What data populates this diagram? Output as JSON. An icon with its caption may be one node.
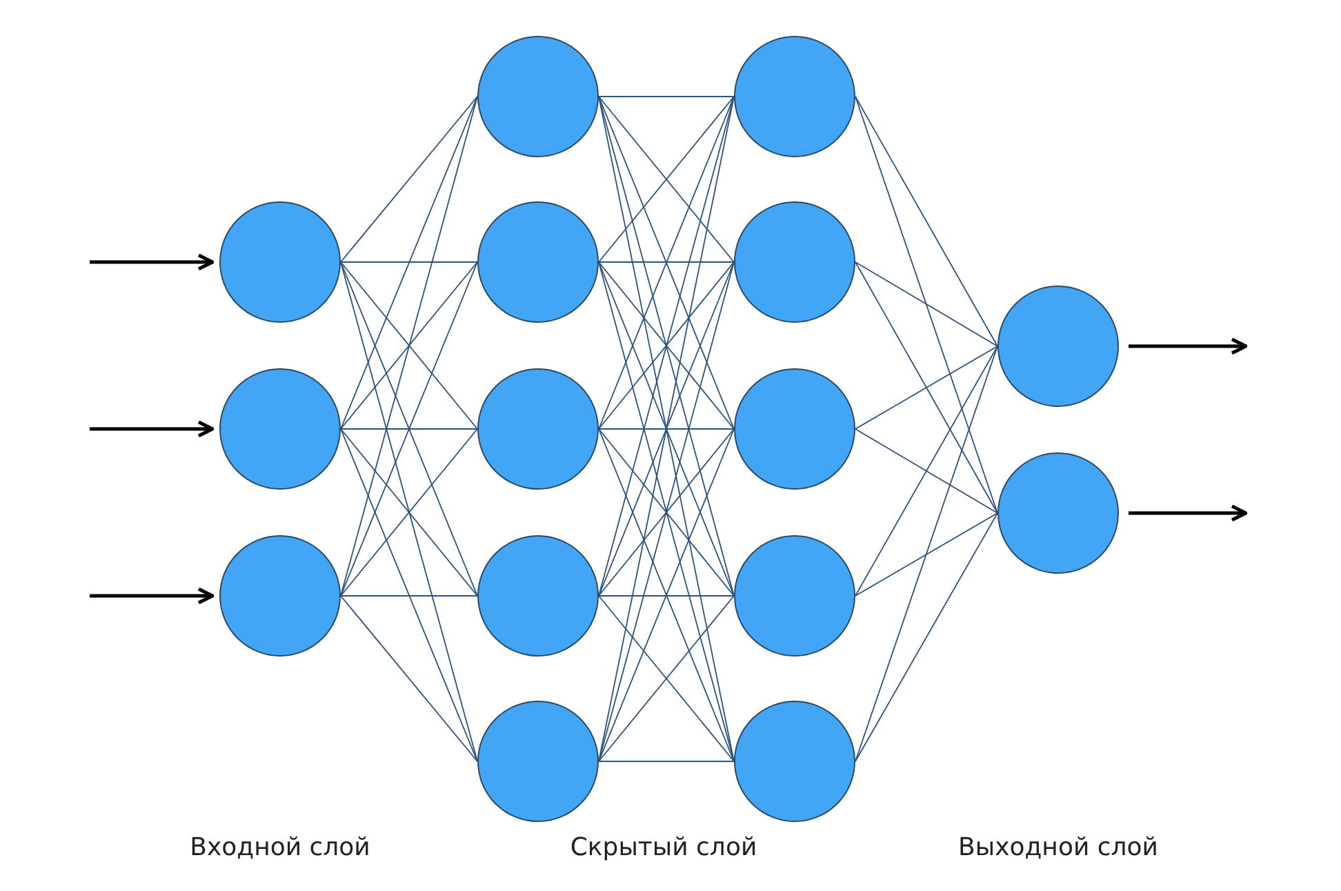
{
  "diagram": {
    "nodes": [
      {
        "text": [],
        "shape": "circle"
      },
      {
        "text": [],
        "shape": "circle"
      },
      {
        "text": [],
        "shape": "circle"
      },
      {
        "text": [],
        "shape": "circle"
      },
      {
        "text": [],
        "shape": "circle"
      },
      {
        "text": [],
        "shape": "circle"
      },
      {
        "text": [],
        "shape": "circle"
      },
      {
        "text": [],
        "shape": "circle"
      },
      {
        "text": [],
        "shape": "circle"
      },
      {
        "text": [],
        "shape": "circle"
      },
      {
        "text": [],
        "shape": "circle"
      },
      {
        "text": [],
        "shape": "circle"
      },
      {
        "text": [],
        "shape": "circle"
      },
      {
        "text": [],
        "shape": "circle"
      },
      {
        "text": [],
        "shape": "circle"
      }
    ],
    "edges": [
      {
        "from": null,
        "to": 0,
        "arrow": "to",
        "style": "thick",
        "color": "#000000"
      },
      {
        "from": null,
        "to": 1,
        "arrow": "to",
        "style": "thick",
        "color": "#000000"
      },
      {
        "from": null,
        "to": 2,
        "arrow": "to",
        "style": "thick",
        "color": "#000000"
      },
      {
        "from": 0,
        "to": 3,
        "arrow": "none"
      },
      {
        "from": 0,
        "to": 4,
        "arrow": "none"
      },
      {
        "from": 0,
        "to": 5,
        "arrow": "none"
      },
      {
        "from": 0,
        "to": 6,
        "arrow": "none"
      },
      {
        "from": 0,
        "to": 7,
        "arrow": "none"
      },
      {
        "from": 1,
        "to": 3,
        "arrow": "none"
      },
      {
        "from": 1,
        "to": 4,
        "arrow": "none"
      },
      {
        "from": 1,
        "to": 5,
        "arrow": "none"
      },
      {
        "from": 1,
        "to": 6,
        "arrow": "none"
      },
      {
        "from": 1,
        "to": 7,
        "arrow": "none"
      },
      {
        "from": 2,
        "to": 3,
        "arrow": "none"
      },
      {
        "from": 2,
        "to": 4,
        "arrow": "none"
      },
      {
        "from": 2,
        "to": 5,
        "arrow": "none"
      },
      {
        "from": 2,
        "to": 6,
        "arrow": "none"
      },
      {
        "from": 2,
        "to": 7,
        "arrow": "none"
      },
      {
        "from": 3,
        "to": 8,
        "arrow": "none"
      },
      {
        "from": 3,
        "to": 9,
        "arrow": "none"
      },
      {
        "from": 3,
        "to": 10,
        "arrow": "none"
      },
      {
        "from": 3,
        "to": 11,
        "arrow": "none"
      },
      {
        "from": 3,
        "to": 12,
        "arrow": "none"
      },
      {
        "from": 4,
        "to": 8,
        "arrow": "none"
      },
      {
        "from": 4,
        "to": 9,
        "arrow": "none"
      },
      {
        "from": 4,
        "to": 10,
        "arrow": "none"
      },
      {
        "from": 4,
        "to": 11,
        "arrow": "none"
      },
      {
        "from": 4,
        "to": 12,
        "arrow": "none"
      },
      {
        "from": 5,
        "to": 8,
        "arrow": "none"
      },
      {
        "from": 5,
        "to": 9,
        "arrow": "none"
      },
      {
        "from": 5,
        "to": 10,
        "arrow": "none"
      },
      {
        "from": 5,
        "to": 11,
        "arrow": "none"
      },
      {
        "from": 5,
        "to": 12,
        "arrow": "none"
      },
      {
        "from": 6,
        "to": 8,
        "arrow": "none"
      },
      {
        "from": 6,
        "to": 9,
        "arrow": "none"
      },
      {
        "from": 6,
        "to": 10,
        "arrow": "none"
      },
      {
        "from": 6,
        "to": 11,
        "arrow": "none"
      },
      {
        "from": 6,
        "to": 12,
        "arrow": "none"
      },
      {
        "from": 7,
        "to": 8,
        "arrow": "none"
      },
      {
        "from": 7,
        "to": 9,
        "arrow": "none"
      },
      {
        "from": 7,
        "to": 10,
        "arrow": "none"
      },
      {
        "from": 7,
        "to": 11,
        "arrow": "none"
      },
      {
        "from": 7,
        "to": 12,
        "arrow": "none"
      },
      {
        "from": 8,
        "to": 13,
        "arrow": "none"
      },
      {
        "from": 8,
        "to": 14,
        "arrow": "none"
      },
      {
        "from": 9,
        "to": 13,
        "arrow": "none"
      },
      {
        "from": 9,
        "to": 14,
        "arrow": "none"
      },
      {
        "from": 10,
        "to": 13,
        "arrow": "none"
      },
      {
        "from": 10,
        "to": 14,
        "arrow": "none"
      },
      {
        "from": 11,
        "to": 13,
        "arrow": "none"
      },
      {
        "from": 11,
        "to": 14,
        "arrow": "none"
      },
      {
        "from": 12,
        "to": 13,
        "arrow": "none"
      },
      {
        "from": 12,
        "to": 14,
        "arrow": "none"
      },
      {
        "from": 13,
        "to": null,
        "arrow": "to",
        "style": "thick",
        "color": "#000000"
      },
      {
        "from": 14,
        "to": null,
        "arrow": "to",
        "style": "thick",
        "color": "#000000"
      }
    ],
    "labels": [
      "Входной слой",
      "Скрытый слой",
      "Выходной слой"
    ]
  }
}
